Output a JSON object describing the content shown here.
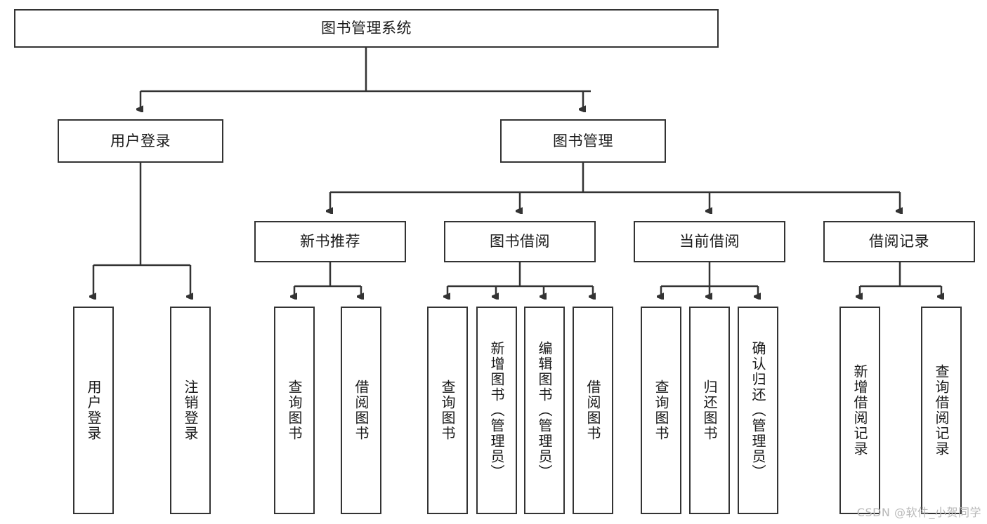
{
  "diagram": {
    "title": "图书管理系统",
    "type": "tree-hierarchy",
    "watermark": "CSDN @软件_小贺同学",
    "colors": {
      "border": "#333333",
      "background": "#ffffff",
      "text": "#1a1a1a",
      "watermark": "#b9b9b9"
    }
  },
  "nodes": {
    "root": {
      "label": "图书管理系统",
      "level": 1
    },
    "level2": [
      {
        "id": "user-login",
        "label": "用户登录"
      },
      {
        "id": "book-manage",
        "label": "图书管理"
      }
    ],
    "level3": [
      {
        "id": "new-book-recommend",
        "label": "新书推荐"
      },
      {
        "id": "book-borrow",
        "label": "图书借阅"
      },
      {
        "id": "current-borrow",
        "label": "当前借阅"
      },
      {
        "id": "borrow-record",
        "label": "借阅记录"
      }
    ],
    "leaves": {
      "user-login": [
        {
          "id": "leaf-user-login",
          "label": "用户登录"
        },
        {
          "id": "leaf-logout-login",
          "label": "注销登录"
        }
      ],
      "new-book-recommend": [
        {
          "id": "leaf-query-book-1",
          "label": "查询图书"
        },
        {
          "id": "leaf-borrow-book-1",
          "label": "借阅图书"
        }
      ],
      "book-borrow": [
        {
          "id": "leaf-query-book-2",
          "label": "查询图书"
        },
        {
          "id": "leaf-add-book",
          "label": "新增图书（管理员）"
        },
        {
          "id": "leaf-edit-book",
          "label": "编辑图书（管理员）"
        },
        {
          "id": "leaf-borrow-book-2",
          "label": "借阅图书"
        }
      ],
      "current-borrow": [
        {
          "id": "leaf-query-book-3",
          "label": "查询图书"
        },
        {
          "id": "leaf-return-book",
          "label": "归还图书"
        },
        {
          "id": "leaf-confirm-return",
          "label": "确认归还（管理员）"
        }
      ],
      "borrow-record": [
        {
          "id": "leaf-add-record",
          "label": "新增借阅记录"
        },
        {
          "id": "leaf-query-record",
          "label": "查询借阅记录"
        }
      ]
    }
  }
}
